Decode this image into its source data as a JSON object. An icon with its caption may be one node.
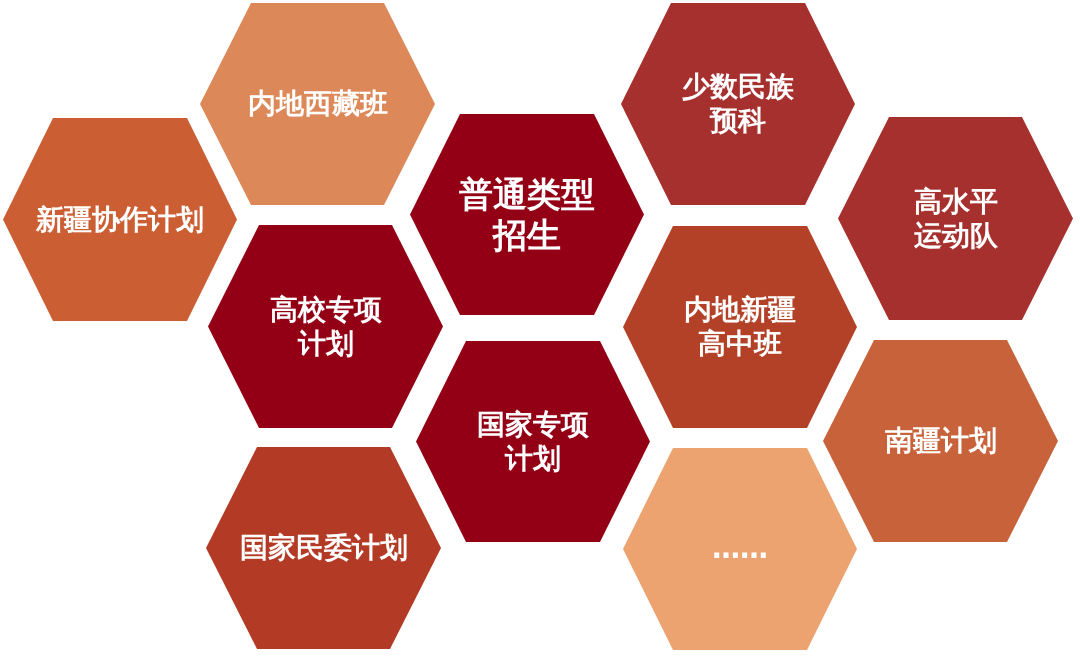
{
  "diagram": {
    "nodes": [
      {
        "text": [
          "内地西藏班"
        ]
      },
      {
        "text": [
          "少数民族预科"
        ]
      },
      {
        "text": [
          "普通类型招生"
        ]
      },
      {
        "text": [
          "新疆协作计划"
        ]
      },
      {
        "text": [
          "高水平运动队"
        ]
      },
      {
        "text": [
          "高校专项计划"
        ]
      },
      {
        "text": [
          "内地新疆高中班"
        ]
      },
      {
        "text": [
          "国家专项计划"
        ]
      },
      {
        "text": [
          "南疆计划"
        ]
      },
      {
        "text": [
          "国家民委计划"
        ]
      },
      {
        "text": [
          "……"
        ]
      }
    ]
  }
}
